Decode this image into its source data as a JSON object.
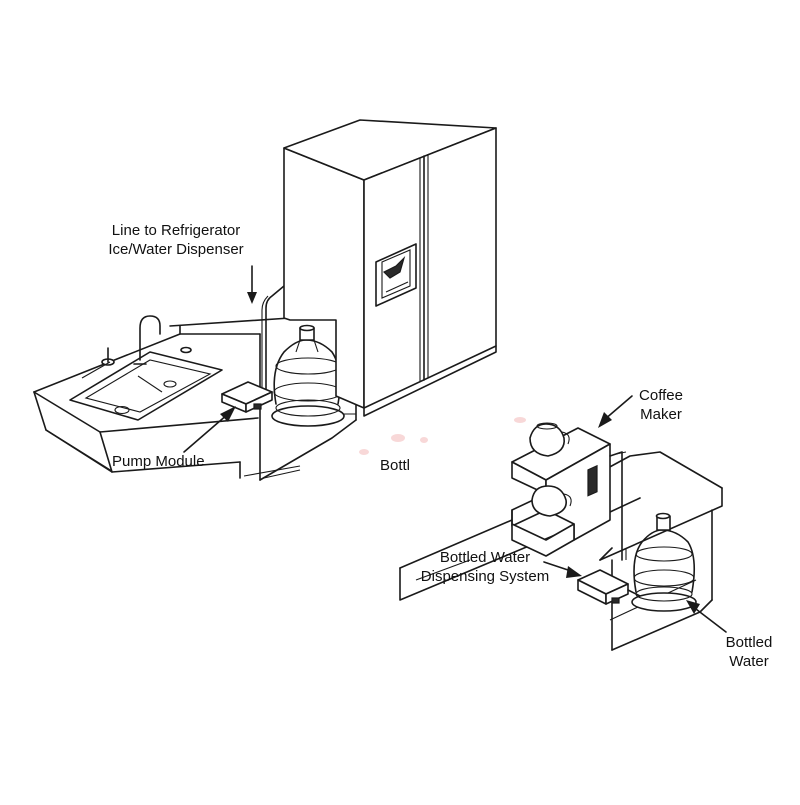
{
  "labels": {
    "line_to_fridge_1": "Line to Refrigerator",
    "line_to_fridge_2": "Ice/Water Dispenser",
    "pump_module": "Pump Module",
    "bottled_partial": "Bottl",
    "coffee_1": "Coffee",
    "coffee_2": "Maker",
    "dispensing_1": "Bottled Water",
    "dispensing_2": "Dispensing System",
    "bottled_water_1": "Bottled",
    "bottled_water_2": "Water"
  },
  "colors": {
    "line": "#1a1a1a",
    "background": "#ffffff",
    "watermark": "#f2b8b8"
  }
}
